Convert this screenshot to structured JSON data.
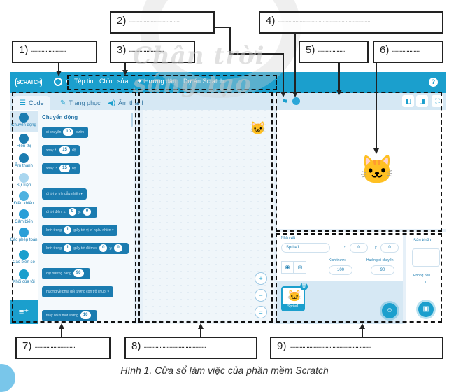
{
  "labels": [
    {
      "num": "1)",
      "dots": "........................"
    },
    {
      "num": "2)",
      "dots": "..................................."
    },
    {
      "num": "3)",
      "dots": "........................"
    },
    {
      "num": "4)",
      "dots": "................................................................"
    },
    {
      "num": "5)",
      "dots": "..................."
    },
    {
      "num": "6)",
      "dots": "..................."
    },
    {
      "num": "7)",
      "dots": "............................"
    },
    {
      "num": "8)",
      "dots": "..........................................."
    },
    {
      "num": "9)",
      "dots": "........................................................."
    }
  ],
  "watermark": "Chân trời sáng tạo",
  "caption": "Hình 1. Cửa sổ làm việc của phần mềm Scratch",
  "menubar": {
    "logo": "SCRATCH",
    "items": [
      "Tệp tin",
      "Chỉnh sửa",
      "Hướng dẫn",
      "Dự án Scratch"
    ],
    "help_icon": "?"
  },
  "tabs": [
    {
      "label": "Code",
      "icon": "code-icon"
    },
    {
      "label": "Trang phục",
      "icon": "brush-icon"
    },
    {
      "label": "Âm thanh",
      "icon": "speaker-icon"
    }
  ],
  "categories": [
    {
      "label": "Chuyển động",
      "color": "#1b7cb0"
    },
    {
      "label": "Hiển thị",
      "color": "#1b7cb0"
    },
    {
      "label": "Âm thanh",
      "color": "#1b7cb0"
    },
    {
      "label": "Sự kiện",
      "color": "#a9d6ef"
    },
    {
      "label": "Điều khiển",
      "color": "#4fb2e0"
    },
    {
      "label": "Cảm biến",
      "color": "#2a9fd8"
    },
    {
      "label": "Các phép toán",
      "color": "#2a9fd8"
    },
    {
      "label": "Các biến số",
      "color": "#1b9fcd"
    },
    {
      "label": "Khối của tôi",
      "color": "#1b9fcd"
    }
  ],
  "palette": {
    "title": "Chuyển động",
    "blocks": [
      {
        "pre": "di chuyển",
        "val": "10",
        "post": "bước"
      },
      {
        "pre": "xoay ↻",
        "val": "15",
        "post": "độ"
      },
      {
        "pre": "xoay ↺",
        "val": "15",
        "post": "độ"
      },
      {
        "pre": "đi tới vị trí ngẫu nhiên ▾",
        "val": "",
        "post": ""
      },
      {
        "pre": "đi tới điểm x:",
        "val": "0",
        "post": "y:",
        "val2": "0"
      },
      {
        "pre": "lướt trong",
        "val": "1",
        "post": "giây tới vị trí ngẫu nhiên ▾"
      },
      {
        "pre": "lướt trong",
        "val": "1",
        "post": "giây tới điểm x:",
        "val2": "0",
        "post2": "y:",
        "val3": "0"
      },
      {
        "pre": "đặt hướng bằng",
        "val": "90",
        "post": ""
      },
      {
        "pre": "hướng về phía đối tượng con trỏ chuột ▾",
        "val": "",
        "post": ""
      },
      {
        "pre": "thay đổi x một lượng",
        "val": "10",
        "post": ""
      }
    ]
  },
  "code_area": {
    "zoom_in": "+",
    "zoom_out": "−",
    "reset": "="
  },
  "stage": {
    "flag_icon": "⚑",
    "small_stage_icon": "◧",
    "normal_stage_icon": "◨",
    "fullscreen_icon": "⛶"
  },
  "sprite_info": {
    "name_label": "Nhân vật",
    "name_value": "Sprite1",
    "x_label": "x",
    "x_value": "0",
    "y_label": "y",
    "y_value": "0",
    "show_label": "",
    "size_label": "Kích thước",
    "size_value": "100",
    "direction_label": "Hướng di chuyển",
    "direction_value": "90",
    "sprite_thumb_name": "Sprite1"
  },
  "backdrop": {
    "title": "Sân khấu",
    "count_label": "Phông nền",
    "count_value": "1"
  },
  "colors": {
    "scratch_blue": "#1b9fcd",
    "block_blue": "#1b7cb0",
    "pane_bg": "#d6e8f4"
  }
}
